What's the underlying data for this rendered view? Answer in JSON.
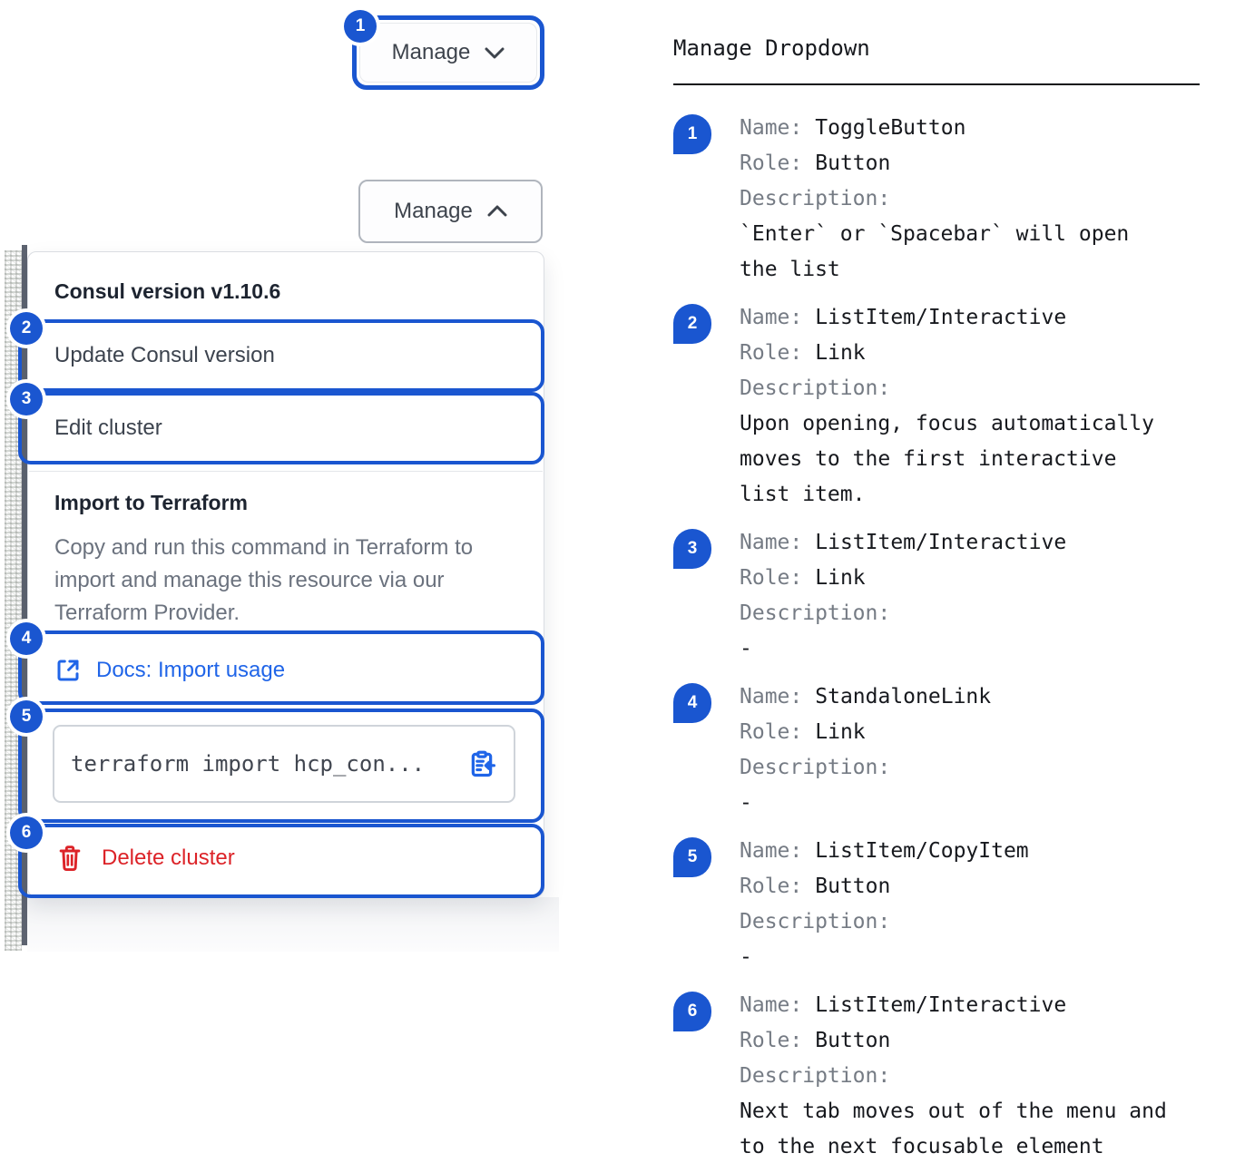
{
  "colors": {
    "annotation_blue": "#1a56d0",
    "link_blue": "#2065e8",
    "danger_red": "#dc2328",
    "panel_border": "#dadde2",
    "text_dark": "#1d2430",
    "text_gray": "#6b727e"
  },
  "left": {
    "toggle_collapsed": {
      "badge": "1",
      "label": "Manage"
    },
    "toggle_expanded": {
      "label": "Manage"
    },
    "dropdown": {
      "version_label": "Consul version v1.10.6",
      "items": [
        {
          "badge": "2",
          "label": "Update Consul version"
        },
        {
          "badge": "3",
          "label": "Edit cluster"
        }
      ],
      "terraform": {
        "title": "Import to Terraform",
        "description": "Copy and run this command in Terraform to import and manage this resource via our Terraform Provider.",
        "docs_link": {
          "badge": "4",
          "label": "Docs: Import usage"
        },
        "code": {
          "badge": "5",
          "text": "terraform import hcp_con..."
        }
      },
      "delete": {
        "badge": "6",
        "label": "Delete cluster"
      }
    }
  },
  "annotations": {
    "title": "Manage Dropdown",
    "labels": {
      "name": "Name:",
      "role": "Role:",
      "description": "Description:"
    },
    "items": [
      {
        "num": "1",
        "name": "ToggleButton",
        "role": "Button",
        "description": "`Enter` or `Spacebar` will open the list"
      },
      {
        "num": "2",
        "name": "ListItem/Interactive",
        "role": "Link",
        "description": "Upon opening, focus automatically moves to the first interactive list item."
      },
      {
        "num": "3",
        "name": "ListItem/Interactive",
        "role": "Link",
        "description": "-"
      },
      {
        "num": "4",
        "name": "StandaloneLink",
        "role": "Link",
        "description": "-"
      },
      {
        "num": "5",
        "name": "ListItem/CopyItem",
        "role": "Button",
        "description": "-"
      },
      {
        "num": "6",
        "name": "ListItem/Interactive",
        "role": "Button",
        "description": "Next tab moves out of the menu and to the next focusable element"
      }
    ]
  }
}
